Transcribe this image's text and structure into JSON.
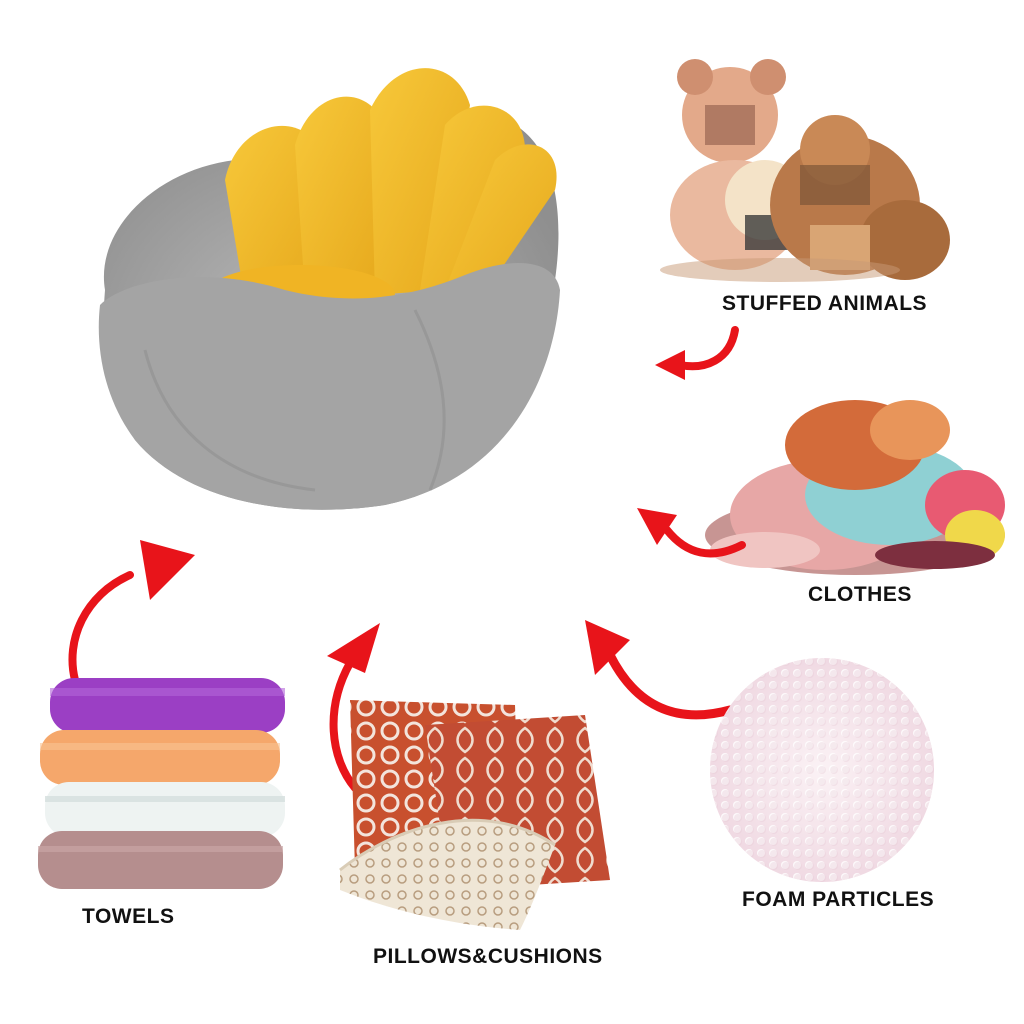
{
  "labels": {
    "stuffed_animals": "STUFFED ANIMALS",
    "clothes": "CLOTHES",
    "foam_particles": "FOAM PARTICLES",
    "towels": "TOWELS",
    "pillows_cushions": "PILLOWS&CUSHIONS"
  },
  "colors": {
    "chair_gray": "#a9a9a9",
    "chair_yellow": "#f2b928",
    "arrow_red": "#e8141a",
    "towel_purple": "#9b3fc4",
    "towel_orange": "#f5a76b",
    "towel_white": "#eef3f2",
    "towel_mauve": "#b58e8e",
    "pillow_orange": "#c8502e",
    "foam_pink": "#f6e8ee"
  }
}
